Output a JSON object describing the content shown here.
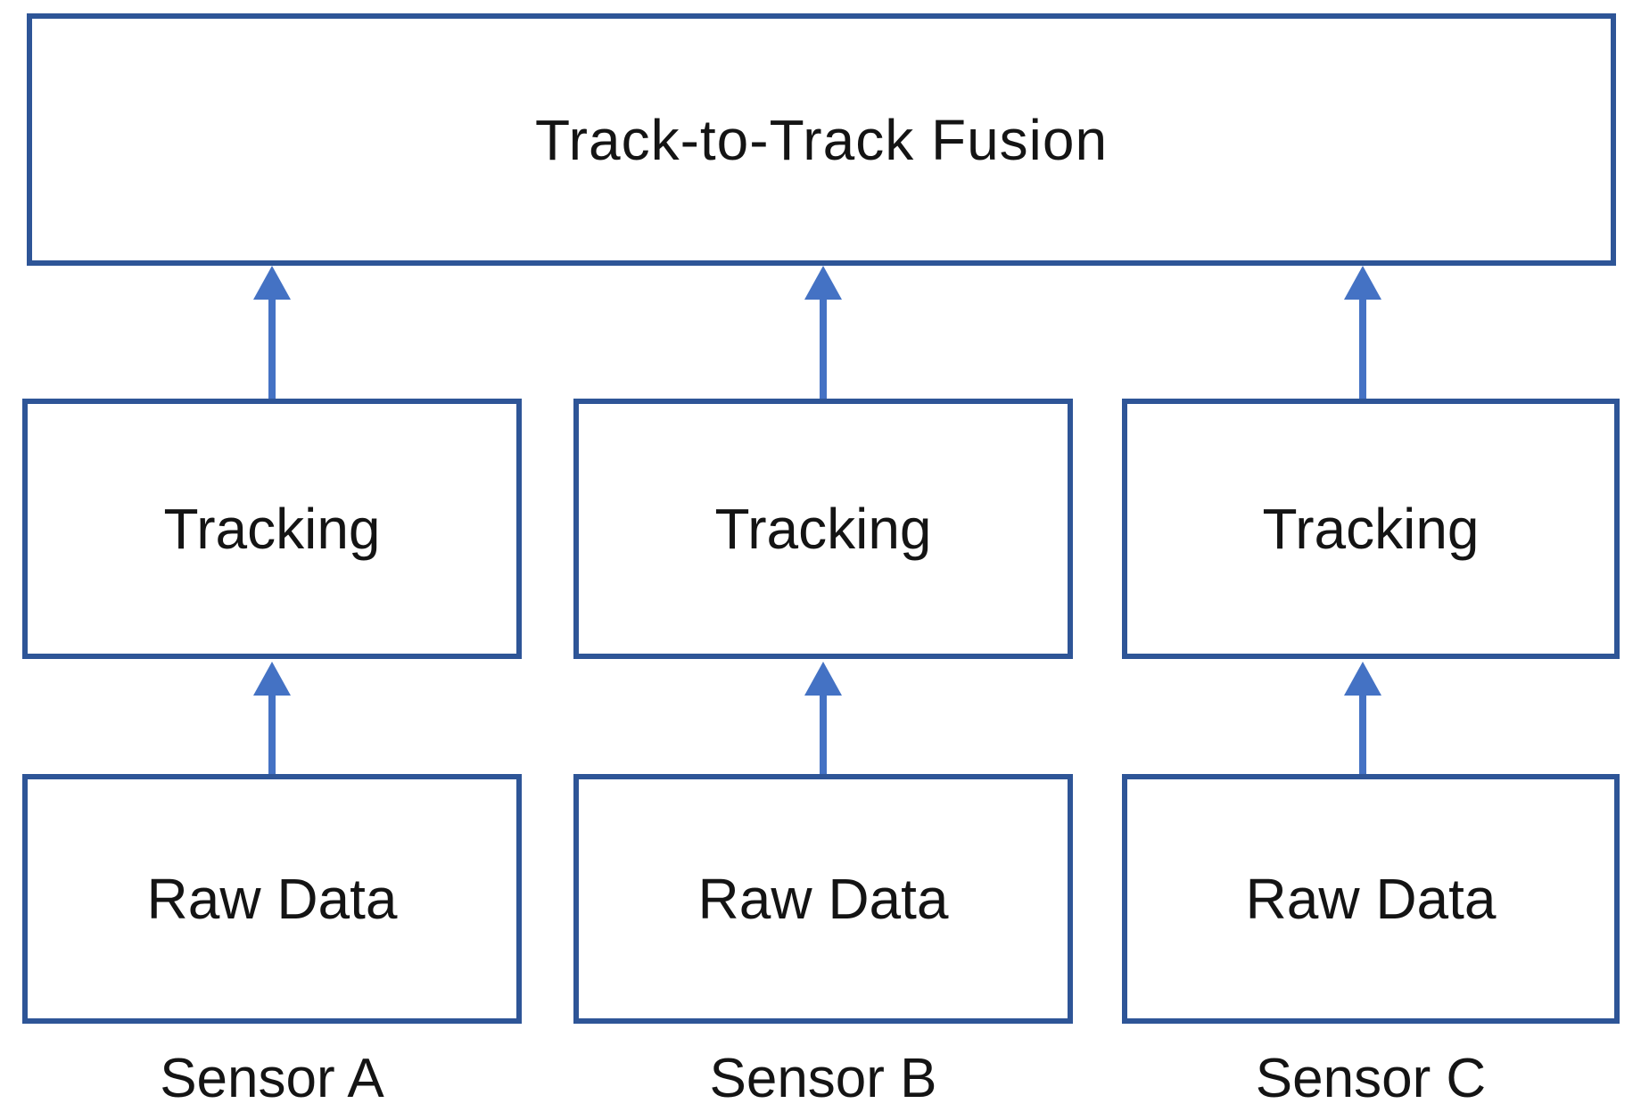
{
  "diagram": {
    "title_box": {
      "label": "Track-to-Track Fusion"
    },
    "columns": [
      {
        "id": "a",
        "tracking_label": "Tracking",
        "raw_label": "Raw Data",
        "sensor_label": "Sensor A"
      },
      {
        "id": "b",
        "tracking_label": "Tracking",
        "raw_label": "Raw Data",
        "sensor_label": "Sensor B"
      },
      {
        "id": "c",
        "tracking_label": "Tracking",
        "raw_label": "Raw Data",
        "sensor_label": "Sensor C"
      }
    ],
    "flow": "Raw Data -> Tracking -> Track-to-Track Fusion (per sensor, arrows point upward)",
    "colors": {
      "box_border": "#2E5597",
      "arrow": "#4472C4",
      "text": "#141414",
      "background": "#FFFFFF"
    }
  }
}
